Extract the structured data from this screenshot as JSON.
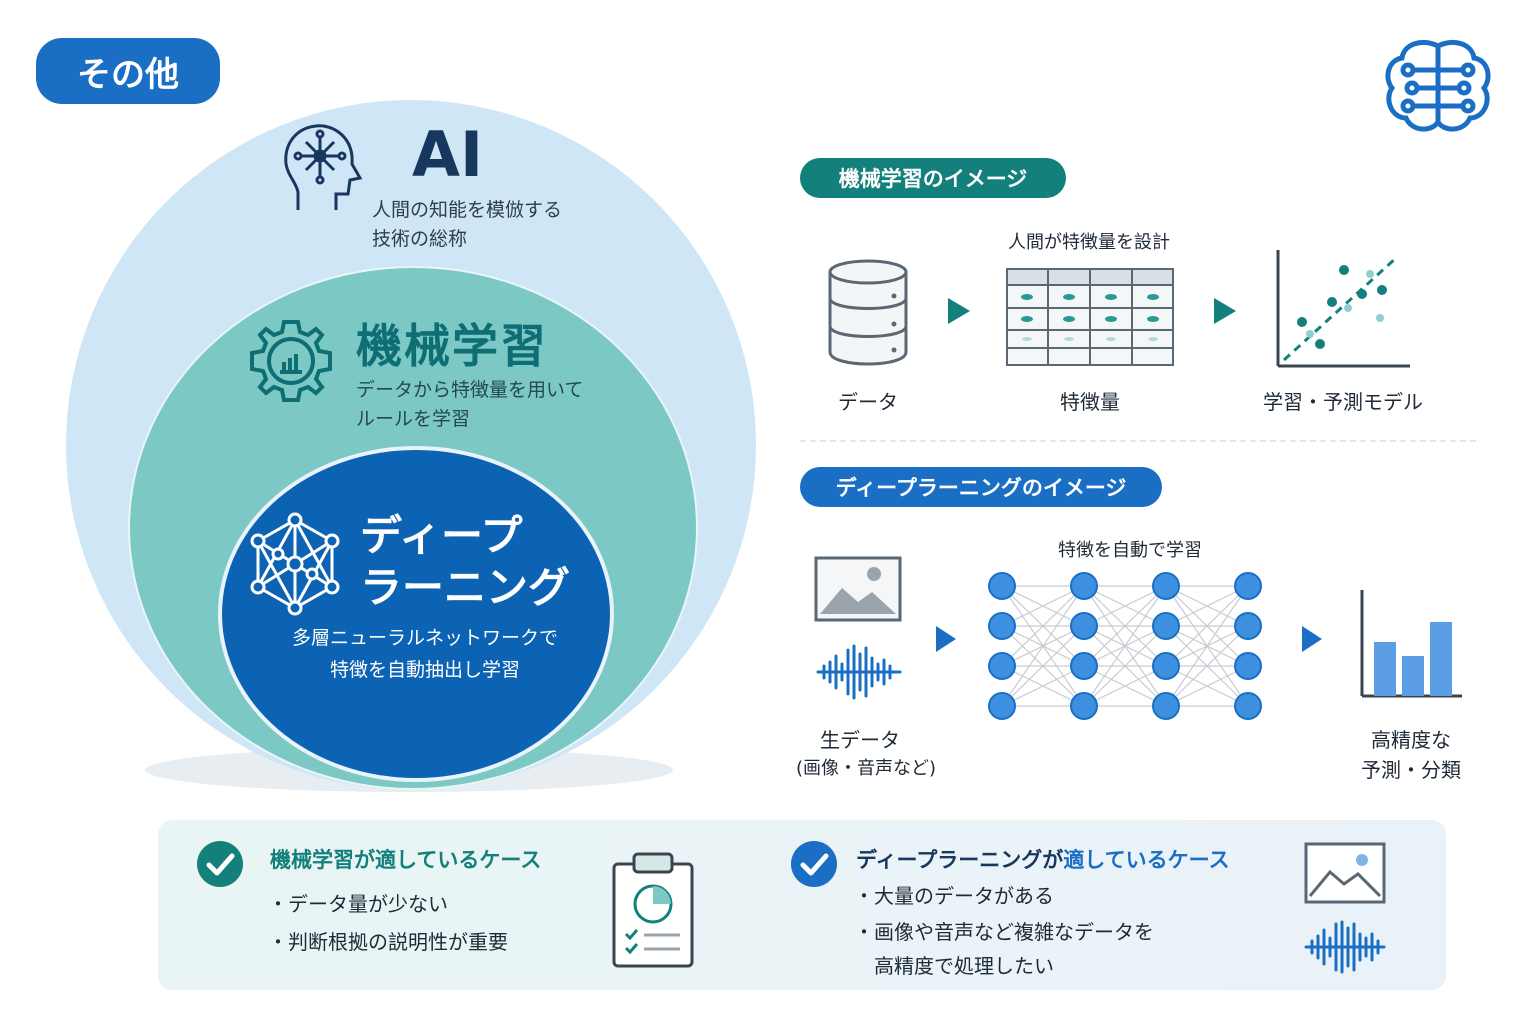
{
  "tag_top": "その他",
  "colors": {
    "blue": "#1a6fc4",
    "teal": "#13807c",
    "ai_circle": "#cfe6f6",
    "ml_circle": "#7cc8c4",
    "dl_circle": "#0d63b3"
  },
  "venn": {
    "ai": {
      "title": "AI",
      "desc_line1": "人間の知能を模倣する",
      "desc_line2": "技術の総称",
      "icon": "head-circuit-icon"
    },
    "ml": {
      "title": "機械学習",
      "desc_line1": "データから特徴量を用いて",
      "desc_line2": "ルールを学習",
      "icon": "gear-chart-icon"
    },
    "dl": {
      "title_line1": "ディープ",
      "title_line2": "ラーニング",
      "desc_line1": "多層ニューラルネットワークで",
      "desc_line2": "特徴を自動抽出し学習",
      "icon": "network-hexagon-icon"
    }
  },
  "ml_image": {
    "pill": "機械学習のイメージ",
    "note": "人間が特徴量を設計",
    "data_label": "データ",
    "feature_label": "特徴量",
    "model_label": "学習・予測モデル"
  },
  "dl_image": {
    "pill": "ディープラーニングのイメージ",
    "note": "特徴を自動で学習",
    "raw_label": "生データ",
    "raw_sub": "(画像・音声など)",
    "out_line1": "高精度な",
    "out_line2": "予測・分類"
  },
  "cases": {
    "ml": {
      "title": "機械学習が適しているケース",
      "items": [
        "・データ量が少ない",
        "・判断根拠の説明性が重要"
      ]
    },
    "dl": {
      "title_a": "ディープラーニングが",
      "title_b": "適している",
      "title_c": "ケース",
      "items": [
        "・大量のデータがある",
        "・画像や音声など複雑なデータを",
        "高精度で処理したい"
      ]
    }
  }
}
